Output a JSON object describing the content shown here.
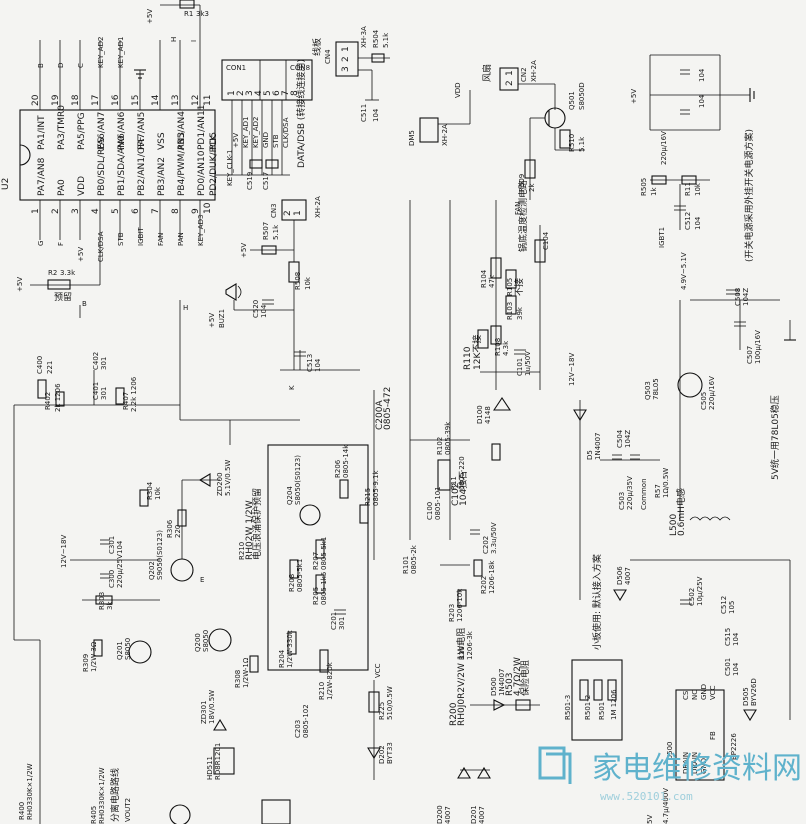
{
  "u2": {
    "ref": "U2",
    "top_pins": [
      "20",
      "19",
      "18",
      "17",
      "16",
      "15",
      "14",
      "13",
      "12",
      "11"
    ],
    "bottom_pins": [
      "1",
      "2",
      "3",
      "4",
      "5",
      "6",
      "7",
      "8",
      "9",
      "10"
    ],
    "top_names": [
      "PA1/INT",
      "PA3/TMR0",
      "PA5/PPG",
      "PA6/AN7",
      "PA6/AN6",
      "PA7/AN5",
      "VSS",
      "PB5/AN4",
      "PD1/AN11",
      "PD5"
    ],
    "bottom_names": [
      "PA7/AN8",
      "PA0",
      "VDD",
      "PB0/SDL/RES",
      "PB1/SDA/AN0",
      "PB2/AN1/OFF",
      "PB3/AN2",
      "PB4/PWM/AN3",
      "PD0/AN10",
      "PD2/DUK/PCK"
    ],
    "top_nets": [
      "B",
      "D",
      "C",
      "KEY_AD2",
      "KEY_AD1",
      "H",
      "",
      "I"
    ],
    "bottom_nets": [
      "G",
      "F",
      "+5V",
      "CLK/DSA",
      "STB",
      "IGBIT",
      "FAN",
      "PAN",
      "KEY_AD3"
    ],
    "bottom_tail": "KEY_CLK-1/2"
  },
  "r1": {
    "ref": "R1",
    "value": "3k3",
    "net": "+5V"
  },
  "r2": {
    "ref": "R2",
    "value": "3.3k",
    "note": "预留"
  },
  "con1": {
    "ref": "CON1",
    "left_pins": [
      "1",
      "2",
      "3",
      "4",
      "5",
      "6",
      "7",
      "8"
    ],
    "signals": [
      "+5V",
      "KEY_AD1",
      "KEY_AD2",
      "GND",
      "STB",
      "CLK/DSA",
      "DATA/DSB"
    ]
  },
  "con8": {
    "ref": "CON8",
    "left": "线板",
    "note": "DATA/DSB (转接线连接用)"
  },
  "con4": {
    "ref": "CN4",
    "value": "XH-3A",
    "pins": [
      "1",
      "2",
      "3"
    ]
  },
  "con3": {
    "ref": "CN3",
    "value": "XH-2A",
    "pins": [
      "1",
      "2"
    ]
  },
  "con2": {
    "ref": "CN2",
    "value": "XH-2A",
    "label": "风扇",
    "pins": [
      "1",
      "2"
    ]
  },
  "con5": {
    "ref": "DM5",
    "value": "XH-2A",
    "label": "VDD"
  },
  "r504": {
    "ref": "R504",
    "value": "5.1k"
  },
  "c511": {
    "ref": "C511",
    "value": "104"
  },
  "kclk": "KEY_CLK-1",
  "c519": {
    "ref": "C519",
    "value": "101"
  },
  "c517": {
    "ref": "C517",
    "value": "101"
  },
  "q501": {
    "ref": "Q501",
    "value": "S8050D"
  },
  "r510": {
    "ref": "R510",
    "value": "5.1k"
  },
  "r509": {
    "ref": "R509",
    "value": "2k"
  },
  "fan": "FAN",
  "c5_grid": {
    "c07": "104",
    "c05": "104",
    "c06": "220μ/16V",
    "plus5": "+5V"
  },
  "r505": {
    "ref": "R505",
    "value": "1k"
  },
  "r11": {
    "ref": "R11",
    "value": "10k"
  },
  "c512": {
    "ref": "C512",
    "value": "104"
  },
  "igbt": "IGBT1",
  "note_switch": "(开关电源采用外挂开关电源方案)",
  "r507": {
    "ref": "R507",
    "value": "5.1k"
  },
  "r508": {
    "ref": "R508",
    "value": "10k"
  },
  "buz": {
    "ref": "BUZ1",
    "label": "+5V"
  },
  "c520": {
    "ref": "C520",
    "value": "104"
  },
  "c513": {
    "ref": "C513",
    "value": "104"
  },
  "k_net": "K",
  "e_net": "E",
  "b_net": "B",
  "r104": {
    "ref": "R104",
    "value": "47k"
  },
  "r105": {
    "ref": "R105",
    "value": "56k",
    "note": "不接"
  },
  "r103": {
    "ref": "R103",
    "value": "39k"
  },
  "r110": {
    "ref": "R110",
    "value": "12K不接"
  },
  "r108": {
    "ref": "R108",
    "value": "4.3k"
  },
  "c101": {
    "ref": "C101",
    "value": "1u/50V"
  },
  "c104": {
    "ref": "C104",
    "value": "104"
  },
  "note_temp": "锅底温度检测电路",
  "c400": {
    "ref": "C400",
    "value": "221"
  },
  "r402": {
    "ref": "R402",
    "value": "2k 1206"
  },
  "c401": {
    "ref": "C401",
    "value": "301"
  },
  "r407": {
    "ref": "R407",
    "value": "2.2k 1206"
  },
  "c402": {
    "ref": "C402",
    "value": "301"
  },
  "c200a": {
    "ref": "C200A",
    "value": "0805-472",
    "note": "锅"
  },
  "r102": {
    "ref": "R102",
    "value": "0805-39k"
  },
  "d100": {
    "ref": "D100",
    "value": "4148"
  },
  "r11b": {
    "ref": "R11",
    "value": "0805-220"
  },
  "c102": {
    "ref": "C102",
    "value": "104独石"
  },
  "c100": {
    "ref": "C100",
    "value": "0805-101"
  },
  "vref": "12V~18V",
  "d5": {
    "ref": "D5",
    "value": "1N4007"
  },
  "c504": {
    "ref": "C504",
    "value": "104Z"
  },
  "c503": {
    "ref": "C503",
    "value": "220μ/35V"
  },
  "r57": {
    "ref": "R57",
    "value": "1Ω/0.5W"
  },
  "l500": {
    "ref": "L500",
    "value": "0.6mH电感"
  },
  "common": "Common",
  "q503": {
    "ref": "Q503",
    "value": "78L05"
  },
  "c505": {
    "ref": "C505",
    "value": "220μ/16V"
  },
  "c507": {
    "ref": "C507",
    "value": "100μ/16V"
  },
  "c508": {
    "ref": "C508",
    "value": "104Z"
  },
  "v_5v": "4.9V~5.1V",
  "note_78l05": "5V统一用78L05稳压",
  "q200": {
    "ref": "Q200",
    "value": "S8050"
  },
  "q201": {
    "ref": "Q201",
    "value": "S8050"
  },
  "q202": {
    "ref": "Q202",
    "value": "S9050(S0123)"
  },
  "q204": {
    "ref": "Q204",
    "value": "S8050(S0123)"
  },
  "zd200": {
    "ref": "ZD200",
    "value": "5.1V/0.5W"
  },
  "r304": {
    "ref": "R304",
    "value": "10k"
  },
  "r306": {
    "ref": "R306",
    "value": "220"
  },
  "c301": {
    "ref": "C301",
    "value": "104"
  },
  "c300": {
    "ref": "C300",
    "value": "220μ/25V"
  },
  "r303": {
    "ref": "R303",
    "value": "3k"
  },
  "r309": {
    "ref": "R309",
    "value": "1/2W-3Ω"
  },
  "r308": {
    "ref": "R308",
    "value": "1/2W-1Ω"
  },
  "r210": {
    "ref": "R210",
    "value": "RH02W 1/2W"
  },
  "note_igbt": "电压浪涌保护预留",
  "r206": {
    "ref": "R206",
    "value": "0805-14k"
  },
  "r215": {
    "ref": "R215",
    "value": "0805-9.1k"
  },
  "r207": {
    "ref": "R207",
    "value": "0805-5k1"
  },
  "r205": {
    "ref": "R205",
    "value": "0805-1k5"
  },
  "r208": {
    "ref": "R208",
    "value": "0805-5k1"
  },
  "c201": {
    "ref": "C201",
    "value": "301"
  },
  "r204": {
    "ref": "R204",
    "value": "1/2W-330k"
  },
  "r210b": {
    "ref": "R210",
    "value": "1/2W-820k"
  },
  "c203": {
    "ref": "C203",
    "value": "0805-102"
  },
  "r225": {
    "ref": "R225",
    "value": "510/0.5W"
  },
  "vcc": "VCC",
  "r101": {
    "ref": "R101",
    "value": "0805-2k"
  },
  "c202": {
    "ref": "C202",
    "value": "3.3u/50V"
  },
  "r202": {
    "ref": "R202",
    "value": "1206-18k"
  },
  "r203": {
    "ref": "R203",
    "value": "1206-10k"
  },
  "r201": {
    "ref": "R201",
    "value": "1206-3k"
  },
  "zd301": {
    "ref": "ZD301",
    "value": "18V/0.5W"
  },
  "hd511": {
    "ref": "HD511",
    "value": "RD8R1201"
  },
  "d202": {
    "ref": "D202",
    "value": "BYT33"
  },
  "d500": {
    "ref": "D500",
    "value": "1N4007"
  },
  "r503": {
    "ref": "R503",
    "value": "4.7Ω/2W",
    "note": "保险电阻"
  },
  "r200": {
    "ref": "R200",
    "value": "RH0J0R2V/2W 1W电阻"
  },
  "r501": {
    "ref": "R501",
    "value": "1M 1206"
  },
  "r5012": {
    "ref": "R501-2",
    "value": "1M 1206"
  },
  "r5013": {
    "ref": "R501-3",
    "value": "1M 1206"
  },
  "d506": {
    "ref": "D506",
    "value": "4007"
  },
  "c502": {
    "ref": "C502",
    "value": "10μ/25V"
  },
  "c512b": {
    "ref": "C512",
    "value": "105"
  },
  "c515": {
    "ref": "C515",
    "value": "104"
  },
  "c501": {
    "ref": "C501",
    "value": "104"
  },
  "note_small": "小板使用: 默认接入方案",
  "u500": {
    "ref": "U500",
    "value": "BP2226",
    "pins": [
      "CS",
      "NC",
      "GND",
      "VCC",
      "FB",
      "DRAIN",
      "DRAIN",
      "GND"
    ]
  },
  "d505": {
    "ref": "D505",
    "value": "BYV26D"
  },
  "d200": {
    "ref": "D200",
    "value": "4007"
  },
  "d201": {
    "ref": "D201",
    "value": "4007"
  },
  "r400": {
    "ref": "R400",
    "value": "RH0330K×1/2W"
  },
  "r405": {
    "ref": "R405",
    "value": "RH0330K×1/2W"
  },
  "cur": "分离电路路线",
  "vout2": "VOUT2",
  "vbl": "5V",
  "cbl": "4.7μ/400V",
  "watermark": "家电维修资料网",
  "watermark_url": "www.520101.com"
}
